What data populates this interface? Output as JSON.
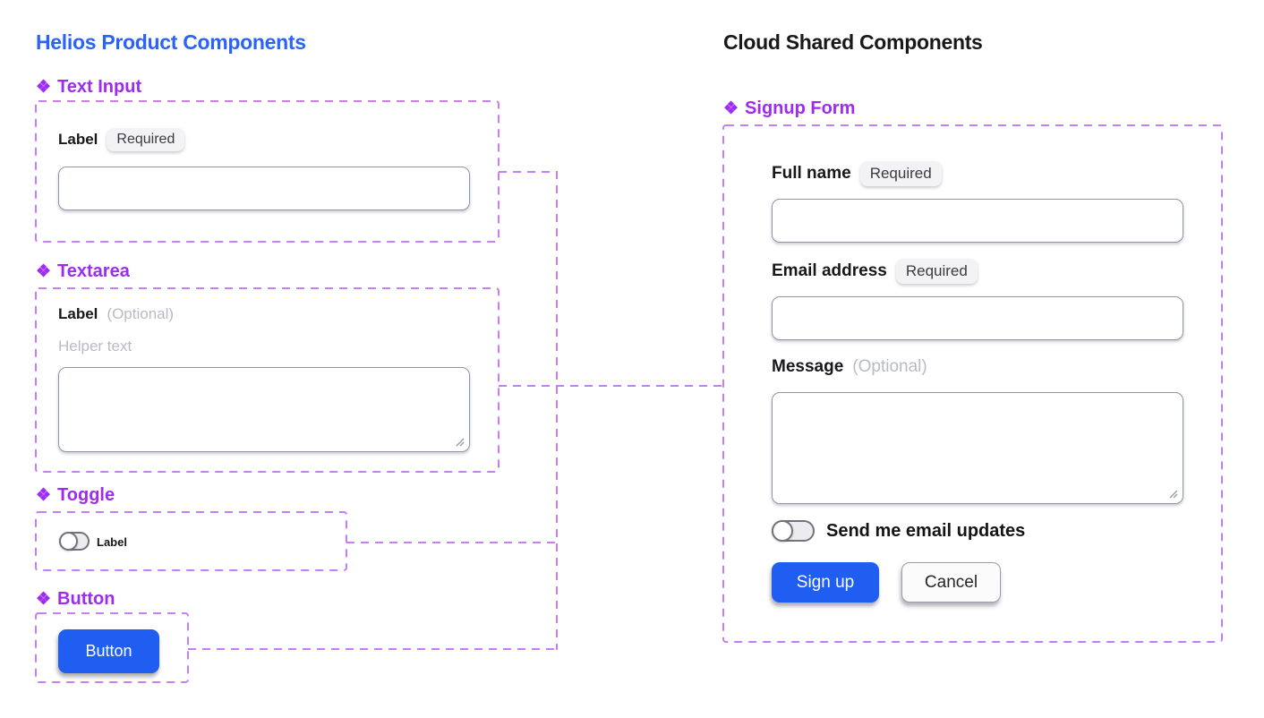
{
  "colors": {
    "product_title_blue": "#2b63f7",
    "shared_title_black": "#18181b",
    "component_purple": "#9e2bf0",
    "wire_purple": "#c77df8",
    "button_blue": "#1f5ef0"
  },
  "left": {
    "title": "Helios Product Components",
    "sections": {
      "text_input": {
        "icon": "❖",
        "title": "Text Input",
        "label": "Label",
        "badge": "Required",
        "value": ""
      },
      "textarea": {
        "icon": "❖",
        "title": "Textarea",
        "label": "Label",
        "optional": "(Optional)",
        "helper": "Helper text",
        "value": ""
      },
      "toggle": {
        "icon": "❖",
        "title": "Toggle",
        "label": "Label",
        "state": "off"
      },
      "button": {
        "icon": "❖",
        "title": "Button",
        "button_label": "Button"
      }
    }
  },
  "right": {
    "title": "Cloud Shared Components",
    "form": {
      "icon": "❖",
      "title": "Signup Form",
      "full_name": {
        "label": "Full name",
        "badge": "Required",
        "value": ""
      },
      "email": {
        "label": "Email address",
        "badge": "Required",
        "value": ""
      },
      "message": {
        "label": "Message",
        "optional": "(Optional)",
        "value": ""
      },
      "toggle_label": "Send me email updates",
      "toggle_state": "off",
      "submit_label": "Sign up",
      "cancel_label": "Cancel"
    }
  }
}
